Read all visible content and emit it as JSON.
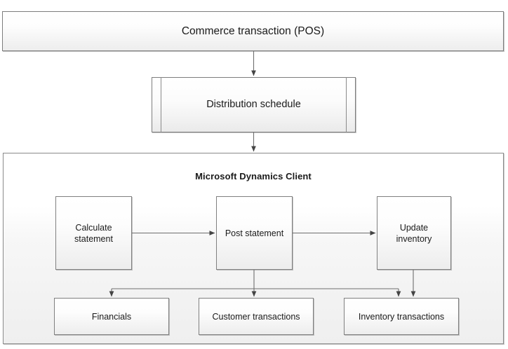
{
  "diagram": {
    "type": "flowchart",
    "title_node": {
      "id": "commerce-transaction-pos",
      "label": "Commerce transaction (POS)"
    },
    "predefined_process": {
      "id": "distribution-schedule",
      "label": "Distribution schedule"
    },
    "container": {
      "id": "microsoft-dynamics-client",
      "label": "Microsoft Dynamics Client"
    },
    "process_row": [
      {
        "id": "calculate-statement",
        "label": "Calculate\nstatement",
        "line1": "Calculate",
        "line2": "statement"
      },
      {
        "id": "post-statement",
        "label": "Post statement",
        "line1": "Post statement",
        "line2": ""
      },
      {
        "id": "update-inventory",
        "label": "Update\ninventory",
        "line1": "Update",
        "line2": "inventory"
      }
    ],
    "output_row": [
      {
        "id": "financials",
        "label": "Financials"
      },
      {
        "id": "customer-transactions",
        "label": "Customer transactions"
      },
      {
        "id": "inventory-transactions",
        "label": "Inventory transactions"
      }
    ],
    "connectors": [
      {
        "from": "commerce-transaction-pos",
        "to": "distribution-schedule",
        "kind": "arrow-down"
      },
      {
        "from": "distribution-schedule",
        "to": "microsoft-dynamics-client",
        "kind": "arrow-down"
      },
      {
        "from": "calculate-statement",
        "to": "post-statement",
        "kind": "arrow-right"
      },
      {
        "from": "post-statement",
        "to": "update-inventory",
        "kind": "arrow-right"
      },
      {
        "from": "post-statement",
        "to": "financials",
        "kind": "branch-down-left"
      },
      {
        "from": "post-statement",
        "to": "customer-transactions",
        "kind": "arrow-down"
      },
      {
        "from": "post-statement",
        "to": "inventory-transactions",
        "kind": "branch-down-right"
      },
      {
        "from": "update-inventory",
        "to": "inventory-transactions",
        "kind": "arrow-down"
      }
    ],
    "colors": {
      "stroke": "#808080",
      "connector": "#595959",
      "text": "#1a1a1a",
      "fill_top": "#ffffff",
      "fill_bottom": "#ededed",
      "page_background": "#ffffff"
    }
  }
}
